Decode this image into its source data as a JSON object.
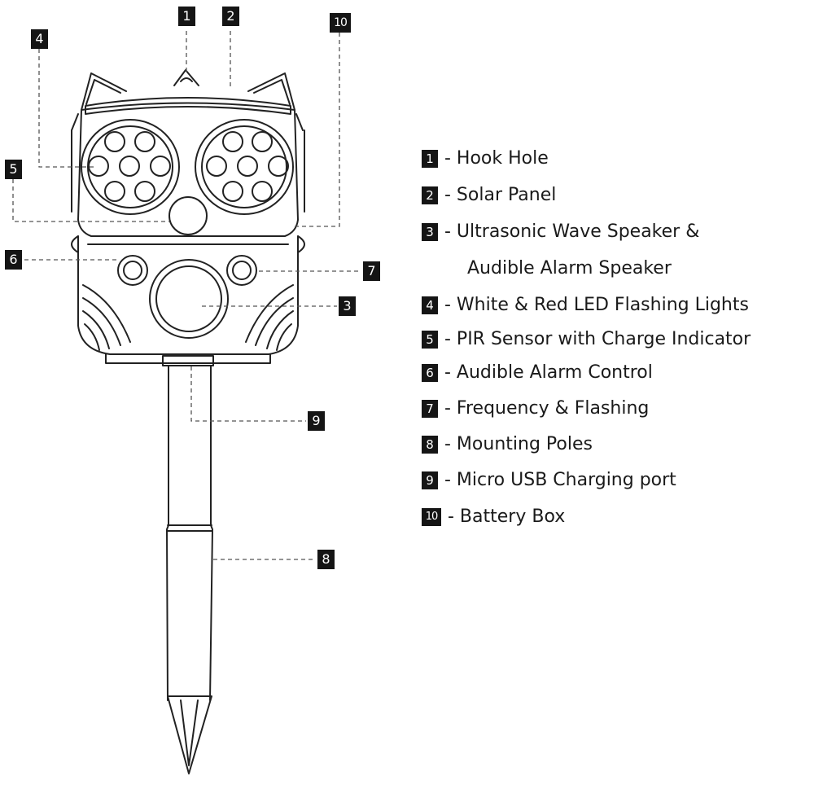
{
  "callouts": [
    {
      "id": "1",
      "label": "1"
    },
    {
      "id": "2",
      "label": "2"
    },
    {
      "id": "3",
      "label": "3"
    },
    {
      "id": "4",
      "label": "4"
    },
    {
      "id": "5",
      "label": "5"
    },
    {
      "id": "6",
      "label": "6"
    },
    {
      "id": "7",
      "label": "7"
    },
    {
      "id": "8",
      "label": "8"
    },
    {
      "id": "9",
      "label": "9"
    },
    {
      "id": "10",
      "label": "10"
    }
  ],
  "legend": [
    {
      "num": "1",
      "text": "- Hook Hole"
    },
    {
      "num": "2",
      "text": "- Solar Panel"
    },
    {
      "num": "3",
      "text": "- Ultrasonic Wave Speaker &",
      "continuation": "Audible Alarm Speaker"
    },
    {
      "num": "4",
      "text": "- White & Red LED Flashing Lights"
    },
    {
      "num": "5",
      "text": "- PIR Sensor with Charge Indicator"
    },
    {
      "num": "6",
      "text": "- Audible Alarm Control"
    },
    {
      "num": "7",
      "text": "- Frequency & Flashing"
    },
    {
      "num": "8",
      "text": "- Mounting Poles"
    },
    {
      "num": "9",
      "text": "- Micro USB Charging port"
    },
    {
      "num": "10",
      "text": "- Battery Box"
    }
  ],
  "colors": {
    "line": "#222222",
    "background": "#ffffff"
  }
}
